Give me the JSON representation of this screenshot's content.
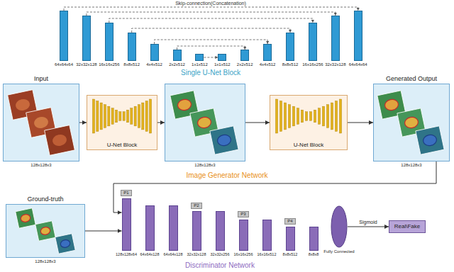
{
  "diagram": {
    "nodes": [
      {
        "text": [
          "64x64x64"
        ]
      },
      {
        "text": [
          "32x32x128"
        ]
      },
      {
        "text": [
          "16x16x256"
        ]
      },
      {
        "text": [
          "8x8x512"
        ]
      },
      {
        "text": [
          "4x4x512"
        ]
      },
      {
        "text": [
          "2x2x512"
        ]
      },
      {
        "text": [
          "1x1x512"
        ]
      },
      {
        "text": [
          "1x1x512"
        ]
      },
      {
        "text": [
          "2x2x512"
        ]
      },
      {
        "text": [
          "4x4x512"
        ]
      },
      {
        "text": [
          "8x8x512"
        ]
      },
      {
        "text": [
          "16x16x256"
        ]
      },
      {
        "text": [
          "32x32x128"
        ]
      },
      {
        "text": [
          "64x64x64"
        ]
      },
      {
        "text": [
          "Input",
          "128x128x3"
        ]
      },
      {
        "text": [
          "U-Net Block"
        ]
      },
      {
        "text": [
          "128x128x3"
        ]
      },
      {
        "text": [
          "U-Net Block"
        ]
      },
      {
        "text": [
          "Generated Output",
          "128x128x3"
        ]
      },
      {
        "text": [
          "Ground-truth",
          "128x128x3"
        ]
      },
      {
        "text": [
          "128x128x64"
        ]
      },
      {
        "text": [
          "64x64x128"
        ]
      },
      {
        "text": [
          "64x64x128"
        ]
      },
      {
        "text": [
          "32x32x128"
        ]
      },
      {
        "text": [
          "32x32x256"
        ]
      },
      {
        "text": [
          "16x16x256"
        ]
      },
      {
        "text": [
          "16x16x512"
        ]
      },
      {
        "text": [
          "8x8x512"
        ]
      },
      {
        "text": [
          "8x8x8"
        ]
      },
      {
        "text": [
          "P1"
        ]
      },
      {
        "text": [
          "P2"
        ]
      },
      {
        "text": [
          "P3"
        ]
      },
      {
        "text": [
          "P4"
        ]
      },
      {
        "text": [
          "Fully Connected"
        ]
      },
      {
        "text": [
          "Real\\Fake"
        ]
      }
    ],
    "edges": [
      {
        "from": 0,
        "to": 13,
        "arrow": "to"
      },
      {
        "from": 1,
        "to": 12,
        "arrow": "to"
      },
      {
        "from": 2,
        "to": 11,
        "arrow": "to"
      },
      {
        "from": 3,
        "to": 10,
        "arrow": "to"
      },
      {
        "from": 4,
        "to": 9,
        "arrow": "to"
      },
      {
        "from": 5,
        "to": 8,
        "arrow": "to"
      },
      {
        "from": 6,
        "to": 7,
        "arrow": "to"
      },
      {
        "from": 14,
        "to": 15,
        "arrow": "to"
      },
      {
        "from": 15,
        "to": 16,
        "arrow": "to"
      },
      {
        "from": 16,
        "to": 17,
        "arrow": "to"
      },
      {
        "from": 17,
        "to": 18,
        "arrow": "to"
      },
      {
        "from": 19,
        "to": 20,
        "arrow": "to"
      },
      {
        "from": 18,
        "to": 20,
        "arrow": "to"
      },
      {
        "from": 33,
        "to": 34,
        "label": "Sigmoid",
        "arrow": "to"
      }
    ],
    "labels": [
      "Skip-connection(Concatenation)",
      "Single U-Net Block",
      "Image Generator Network",
      "Discriminator Network"
    ]
  }
}
